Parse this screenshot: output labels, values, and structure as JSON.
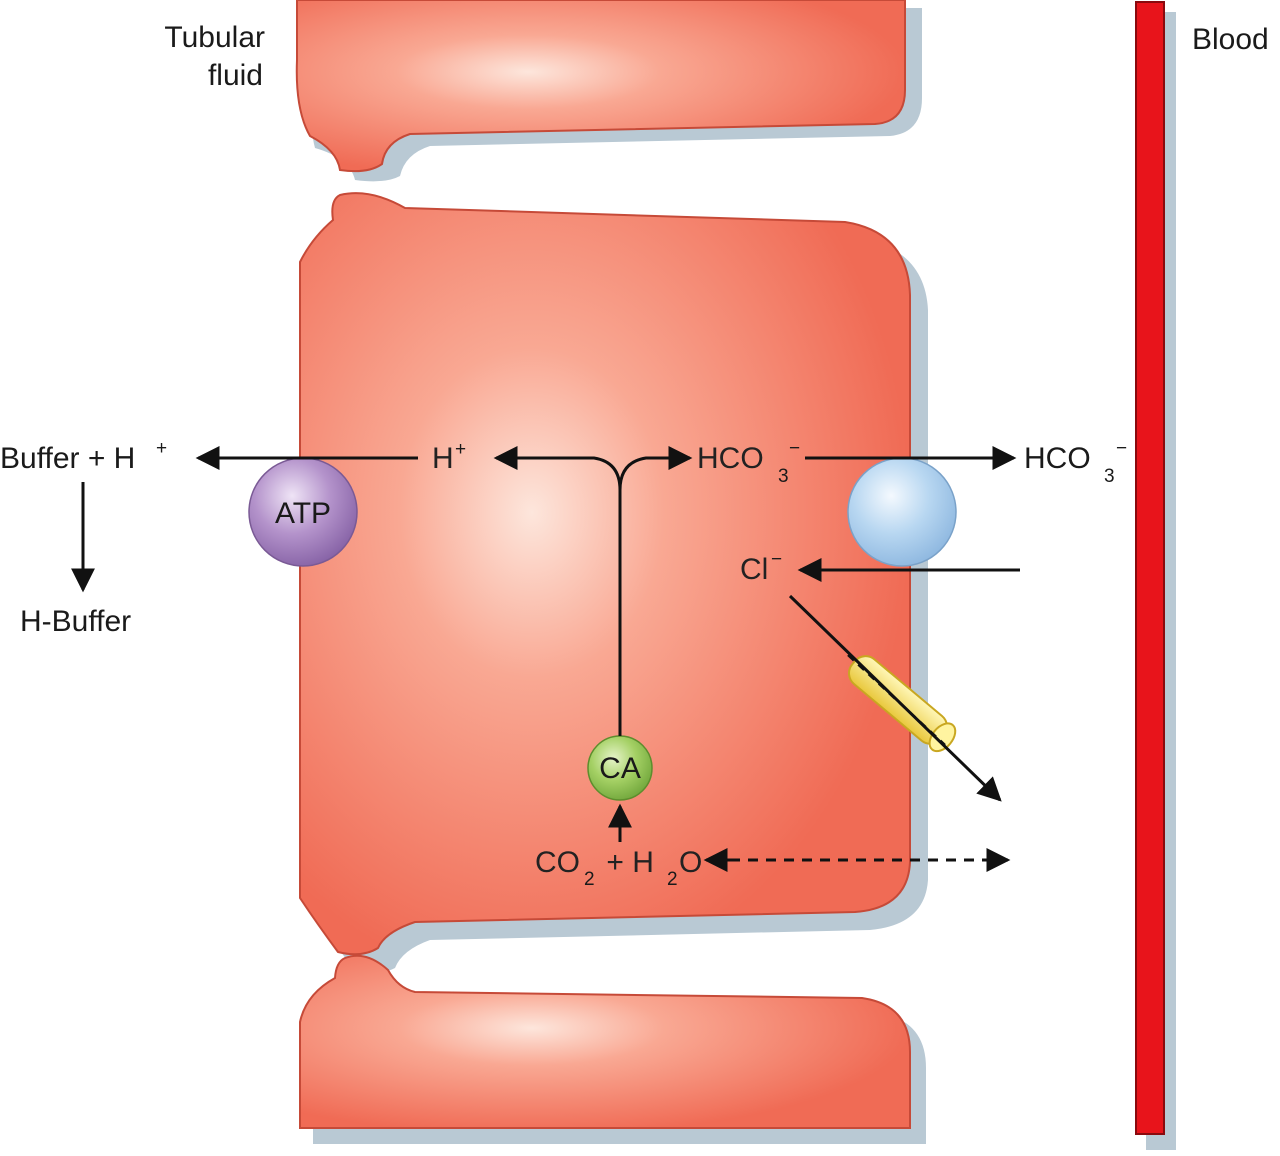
{
  "labels": {
    "tubular_fluid_line1": "Tubular",
    "tubular_fluid_line2": "fluid",
    "blood": "Blood",
    "buffer_h_plus": "Buffer + H",
    "plus_sup": "+",
    "h_buffer": "H-Buffer",
    "h_plus": "H",
    "hco3_main": "HCO",
    "sub_3": "3",
    "minus_sup": "−",
    "cl": "Cl",
    "co2_h2o_co": "CO",
    "sub_2": "2",
    "plus_h": " + H",
    "o": "O"
  },
  "components": {
    "atp": "ATP",
    "ca": "CA"
  },
  "colors": {
    "cell_fill": "#f47c66",
    "cell_highlight": "#fde2d8",
    "cell_stroke": "#c64a38",
    "cell_shadow": "#b9c9d4",
    "blood_vessel": "#e8141b",
    "atp_pump": "#a884c0",
    "exchanger": "#a9cdec",
    "carbonic_anhydrase": "#95c55a",
    "channel": "#f3e06a",
    "arrow": "#111111"
  }
}
